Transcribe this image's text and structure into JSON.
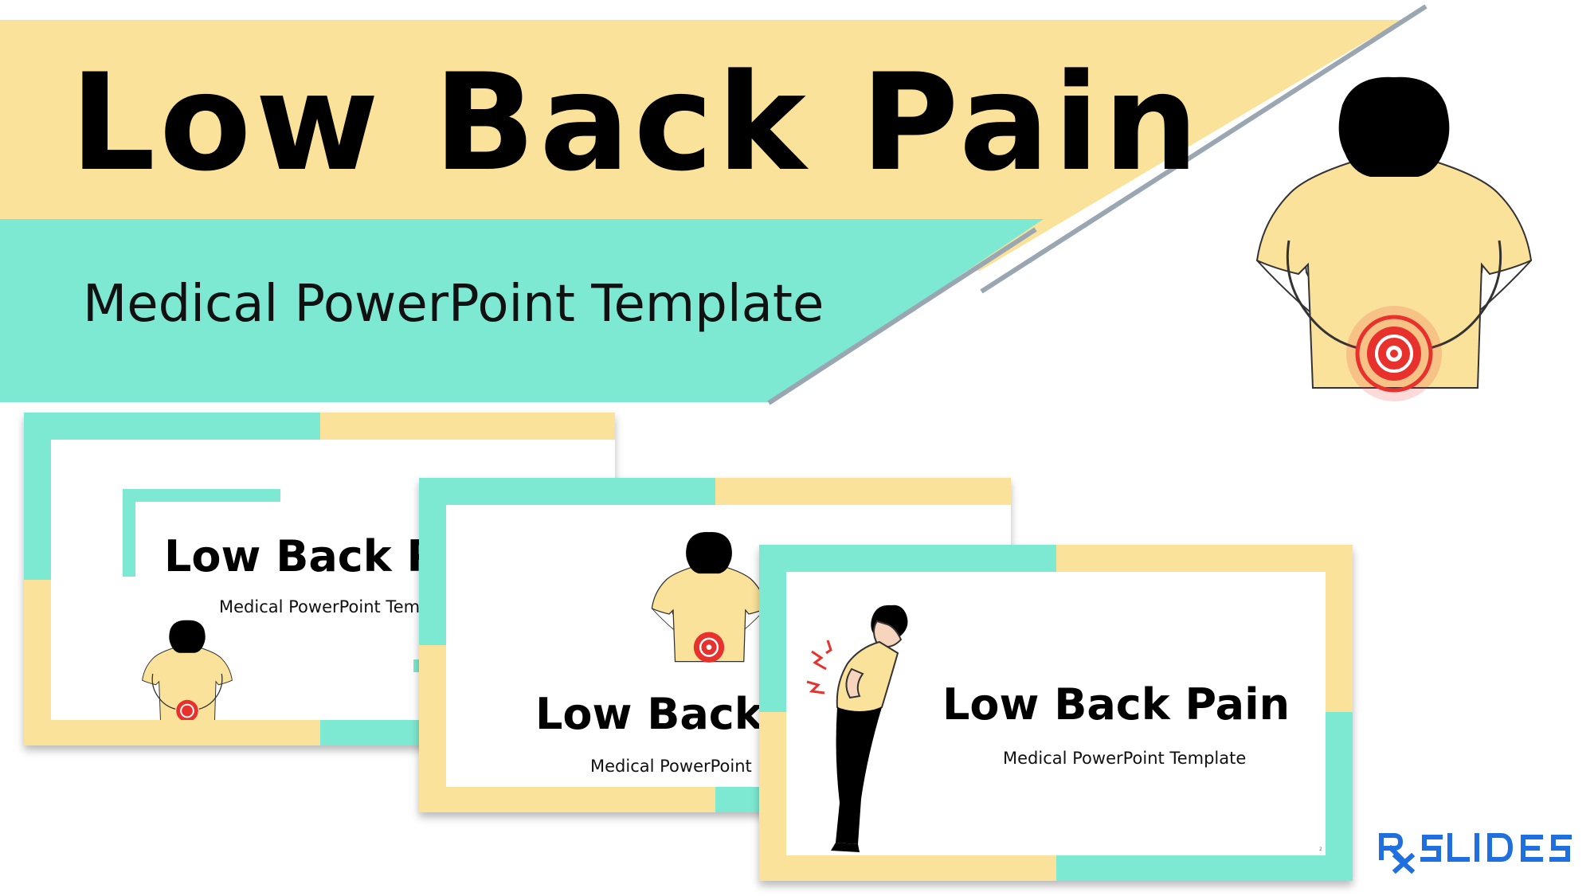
{
  "hero": {
    "title": "Low Back Pain",
    "subtitle": "Medical PowerPoint Template"
  },
  "slides": [
    {
      "title": "Low Back P",
      "subtitle": "Medical PowerPoint Templa"
    },
    {
      "title": "Low Back",
      "subtitle": "Medical PowerPoint"
    },
    {
      "title": "Low Back Pain",
      "subtitle": "Medical PowerPoint Template",
      "page_number": "2"
    }
  ],
  "brand": {
    "name": "RxSLIDES"
  },
  "colors": {
    "yellow": "#fbe29a",
    "mint": "#7ee9d2",
    "line": "#9aa6b2",
    "pain_red": "#e8312c",
    "brand_blue": "#1f6fe0"
  },
  "icons": [
    "person-back-pain-icon",
    "pain-target-icon",
    "person-bending-icon",
    "pain-spark-icon"
  ]
}
